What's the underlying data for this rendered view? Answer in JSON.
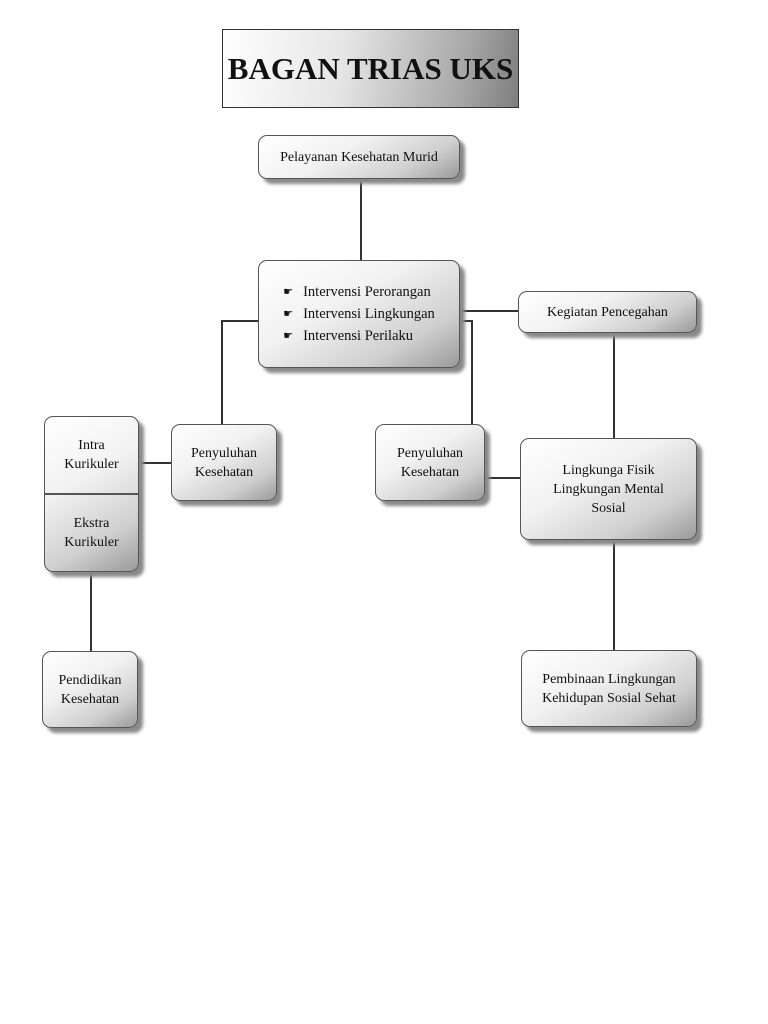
{
  "title": "BAGAN TRIAS UKS",
  "nodes": {
    "pelayanan": "Pelayanan Kesehatan Murid",
    "intervensi": [
      "Intervensi Perorangan",
      "Intervensi Lingkungan",
      "Intervensi Perilaku"
    ],
    "pencegahan": "Kegiatan Pencegahan",
    "penyuluhan_left": [
      "Penyuluhan",
      "Kesehatan"
    ],
    "penyuluhan_right": [
      "Penyuluhan",
      "Kesehatan"
    ],
    "intra": [
      "Intra",
      "Kurikuler"
    ],
    "ekstra": [
      "Ekstra",
      "Kurikuler"
    ],
    "pendidikan": [
      "Pendidikan",
      "Kesehatan"
    ],
    "lingkungan": [
      "Lingkunga Fisik",
      "Lingkungan Mental",
      "Sosial"
    ],
    "pembinaan": [
      "Pembinaan Lingkungan",
      "Kehidupan Sosial Sehat"
    ]
  },
  "bullet_icon": "pointing-hand-icon"
}
